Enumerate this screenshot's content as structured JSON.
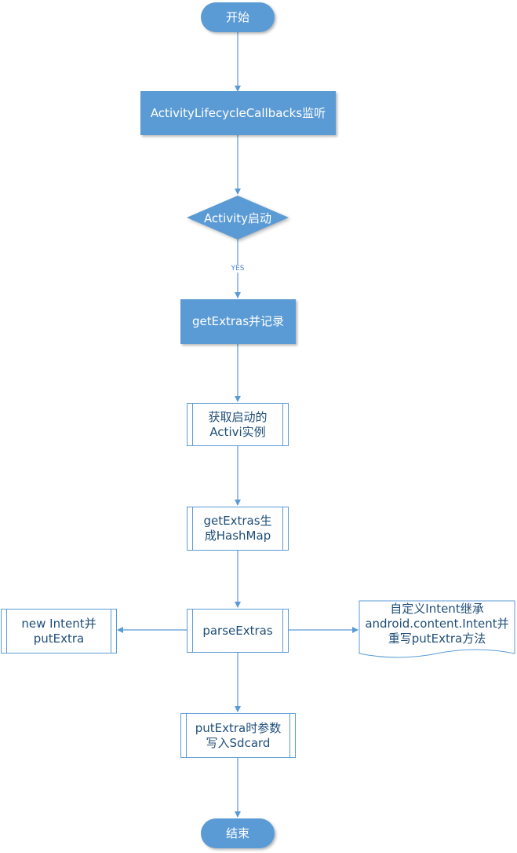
{
  "nodes": {
    "start": "开始",
    "listener": "ActivityLifecycleCallbacks监听",
    "decision": "Activity启动",
    "get_extras_record": "getExtras并记录",
    "get_instance": [
      "获取启动的",
      "Activi实例"
    ],
    "to_hashmap": [
      "getExtras生",
      "成HashMap"
    ],
    "parse_extras": "parseExtras",
    "new_intent": [
      "new Intent并",
      "putExtra"
    ],
    "custom_intent": [
      "自定义Intent继承",
      "android.content.Intent并",
      "重写putExtra方法"
    ],
    "write_sdcard": [
      "putExtra时参数",
      "写入Sdcard"
    ],
    "end": "结束"
  },
  "edge_labels": {
    "yes": "YES"
  },
  "colors": {
    "fill": "#5b9bd5",
    "stroke": "#5b9bd5",
    "text_dark": "#1f4e79"
  }
}
